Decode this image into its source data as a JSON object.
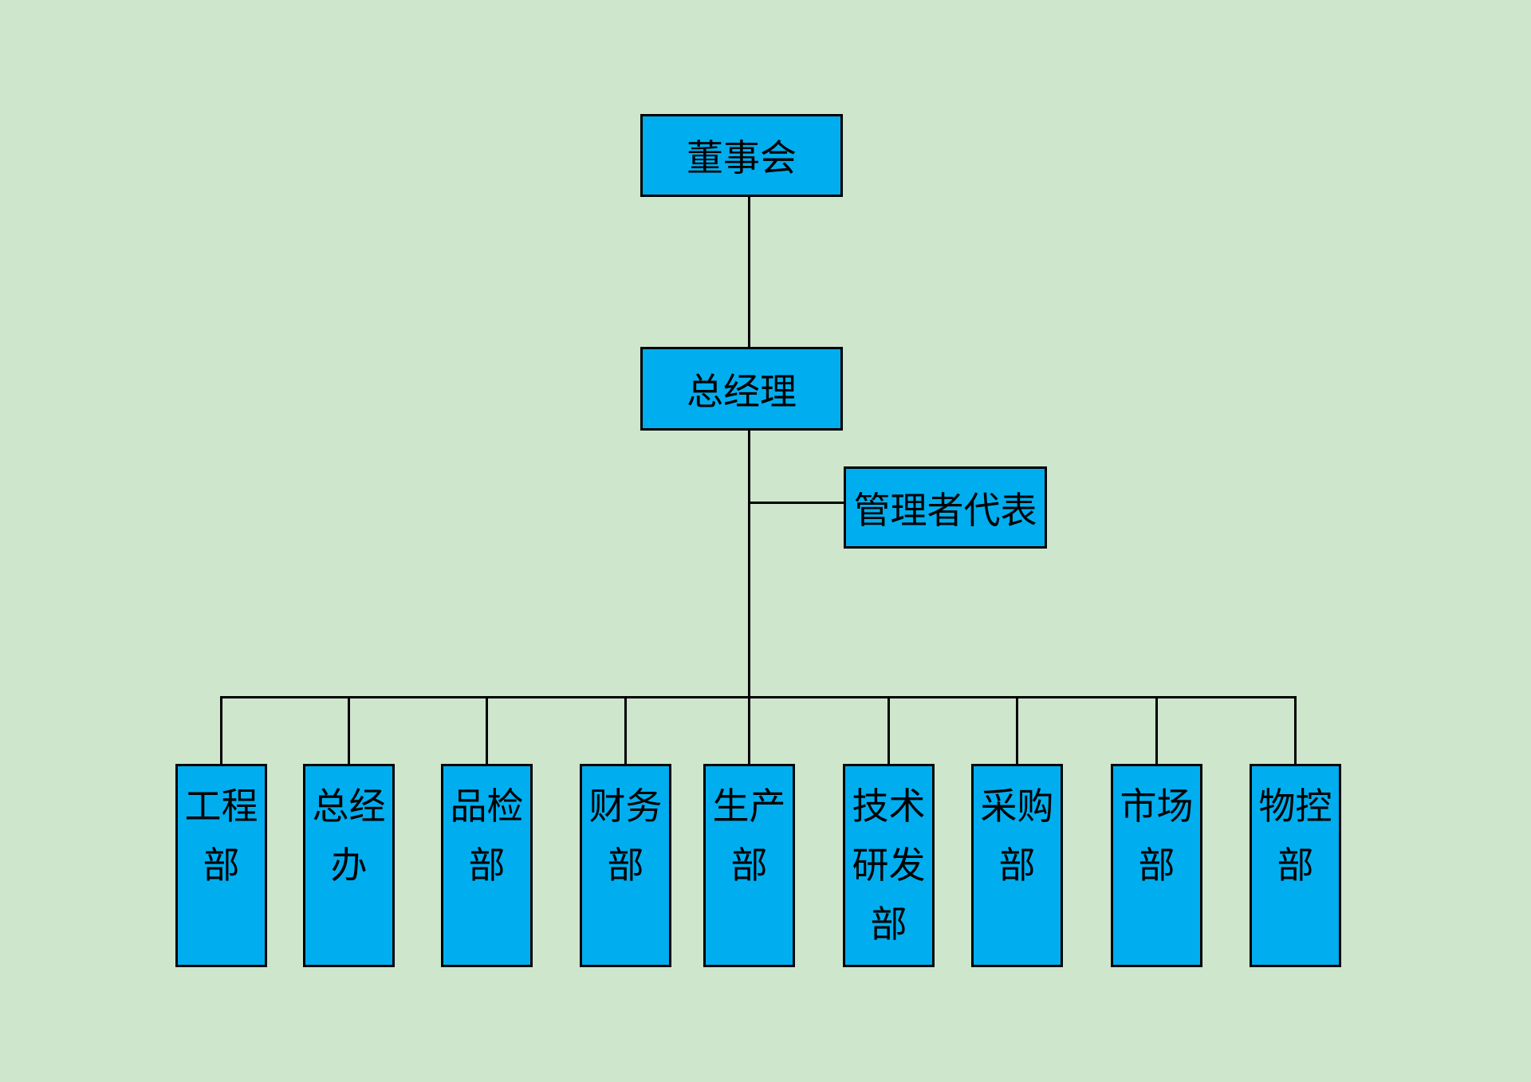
{
  "diagram": {
    "type": "org-chart",
    "background_color": "#cee6cc",
    "node_fill_color": "#00aeef",
    "line_color": "#000000",
    "text_color": "#000000",
    "nodes": {
      "board": {
        "label": "董事会"
      },
      "general_manager": {
        "label": "总经理"
      },
      "management_rep": {
        "label": "管理者代表"
      },
      "departments": [
        {
          "label": "工程部"
        },
        {
          "label": "总经办"
        },
        {
          "label": "品检部"
        },
        {
          "label": "财务部"
        },
        {
          "label": "生产部"
        },
        {
          "label": "技术研发部"
        },
        {
          "label": "采购部"
        },
        {
          "label": "市场部"
        },
        {
          "label": "物控部"
        }
      ]
    },
    "edges": [
      {
        "from": "董事会",
        "to": "总经理"
      },
      {
        "from": "总经理",
        "to": "管理者代表"
      },
      {
        "from": "总经理",
        "to": "工程部"
      },
      {
        "from": "总经理",
        "to": "总经办"
      },
      {
        "from": "总经理",
        "to": "品检部"
      },
      {
        "from": "总经理",
        "to": "财务部"
      },
      {
        "from": "总经理",
        "to": "生产部"
      },
      {
        "from": "总经理",
        "to": "技术研发部"
      },
      {
        "from": "总经理",
        "to": "采购部"
      },
      {
        "from": "总经理",
        "to": "市场部"
      },
      {
        "from": "总经理",
        "to": "物控部"
      }
    ]
  }
}
